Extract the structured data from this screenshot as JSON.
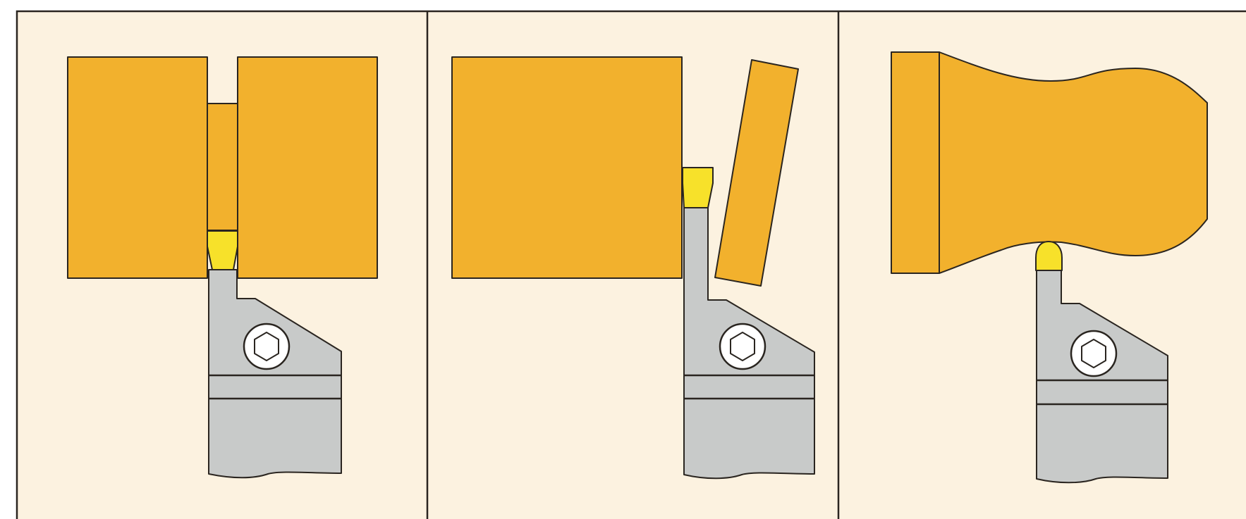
{
  "figure": {
    "panel_count": 3,
    "operations": [
      "grooving",
      "parting-off",
      "profile-turning"
    ]
  },
  "colors": {
    "background": "#fcf2e0",
    "frame_stroke": "#2a2520",
    "workpiece": "#f2b12d",
    "insert": "#f7e12a",
    "tool_holder": "#c8cac9",
    "screw": "#ffffff"
  },
  "icons": {
    "tool_holder": "lathe-tool-holder-icon",
    "insert": "cutting-insert-icon",
    "clamp_screw": "hex-socket-screw-icon"
  }
}
